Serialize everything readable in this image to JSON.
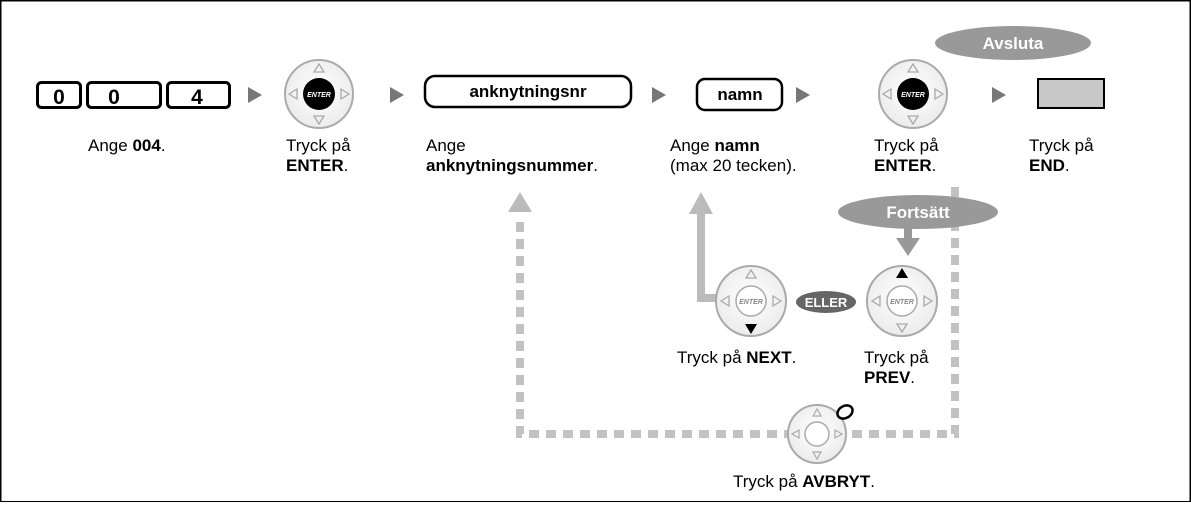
{
  "keys": [
    "0",
    "0",
    "4"
  ],
  "enter_label": "ENTER",
  "field_extension": "anknytningsnr",
  "field_name": "namn",
  "pill_end": "Avsluta",
  "pill_continue": "Fortsätt",
  "or_label": "ELLER",
  "steps": {
    "s1": {
      "pre": "Ange ",
      "bold": "004",
      "post": "."
    },
    "s2": {
      "l1": "Tryck på",
      "bold": "ENTER",
      "post": "."
    },
    "s3": {
      "l1": "Ange",
      "bold": "anknytningsnummer",
      "post": "."
    },
    "s4": {
      "pre": "Ange ",
      "bold": "namn",
      "l2": "(max 20 tecken)."
    },
    "s5": {
      "l1": "Tryck på",
      "bold": "ENTER",
      "post": "."
    },
    "s6": {
      "l1": "Tryck på",
      "bold": "END",
      "post": "."
    },
    "next": {
      "pre": "Tryck på ",
      "bold": "NEXT",
      "post": "."
    },
    "prev": {
      "l1": "Tryck på",
      "bold": "PREV",
      "post": "."
    },
    "cancel": {
      "pre": "Tryck på ",
      "bold": "AVBRYT",
      "post": "."
    }
  },
  "colors": {
    "pill": "#999999",
    "line": "#bbbbbb",
    "dash": "#c2c2c2",
    "arrow": "#777777",
    "key_fill": "#c8c8c8"
  }
}
